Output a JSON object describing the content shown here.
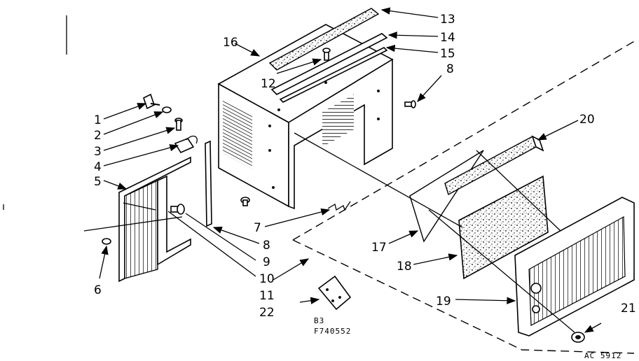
{
  "labels": {
    "p1": "1",
    "p2": "2",
    "p3": "3",
    "p4": "4",
    "p5": "5",
    "p6": "6",
    "p7": "7",
    "p8a": "8",
    "p8b": "8",
    "p9": "9",
    "p10": "10",
    "p11": "11",
    "p12": "12",
    "p13": "13",
    "p14": "14",
    "p15": "15",
    "p16": "16",
    "p17": "17",
    "p18": "18",
    "p19": "19",
    "p20": "20",
    "p21": "21",
    "p22": "22"
  },
  "bag_label_line1": "B3",
  "bag_label_line2": "F740552",
  "figure_code": "AC   5912"
}
